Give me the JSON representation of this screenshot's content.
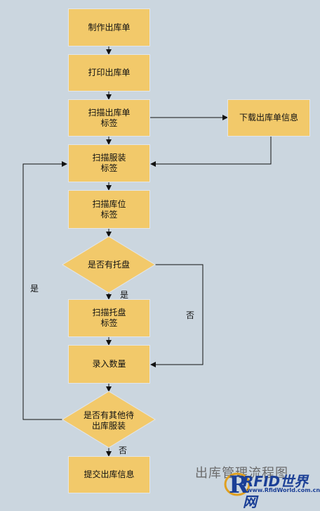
{
  "boxes": {
    "make_outbound_order": "制作出库单",
    "print_outbound_order": "打印出库单",
    "scan_order_label": "扫描出库单\n标签",
    "download_order_info": "下载出库单信息",
    "scan_garment_label": "扫描服装\n标签",
    "scan_location_label": "扫描库位\n标签",
    "scan_pallet_label": "扫描托盘\n标签",
    "enter_quantity": "录入数量",
    "submit_outbound_info": "提交出库信息"
  },
  "decisions": {
    "has_pallet": "是否有托盘",
    "more_garments": "是否有其他待\n出库服装"
  },
  "edge_labels": {
    "pallet_yes": "是",
    "pallet_no": "否",
    "more_yes": "是",
    "more_no": "否"
  },
  "title": "出库管理流程图",
  "watermark": {
    "logo_text": "RFID世界网",
    "url": "www.RfidWorld.com.cn"
  },
  "colors": {
    "background": "#cbd6df",
    "box_fill": "#f2c96a",
    "line": "#111111",
    "logo": "#1b3f96"
  }
}
